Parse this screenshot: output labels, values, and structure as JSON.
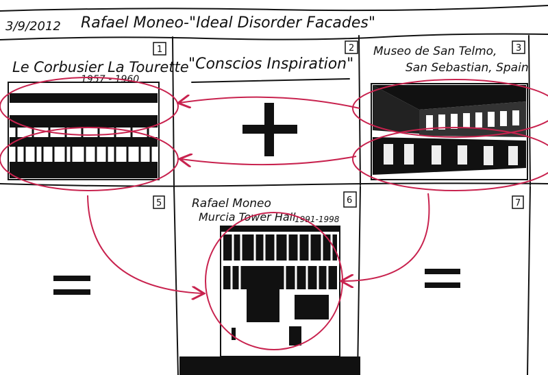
{
  "header": {
    "date": "3/9/2012",
    "title": "Rafael Moneo-\"Ideal Disorder Facades\""
  },
  "panels": [
    {
      "number": "1",
      "title": "Le Corbusier La Tourette",
      "subtitle": "1957 - 1960"
    },
    {
      "number": "2",
      "title": "\"Conscios Inspiration\""
    },
    {
      "number": "3",
      "title": "Museo de San Telmo,",
      "subtitle": "San Sebastian, Spain"
    },
    {
      "number": "5",
      "symbol": "="
    },
    {
      "number": "6",
      "title": "Rafael Moneo",
      "subtitle": "Murcia Tower Hall",
      "years": "1991-1998"
    },
    {
      "number": "7",
      "symbol": "="
    }
  ],
  "colors": {
    "ink": "#111111",
    "annotation": "#c8224e"
  }
}
